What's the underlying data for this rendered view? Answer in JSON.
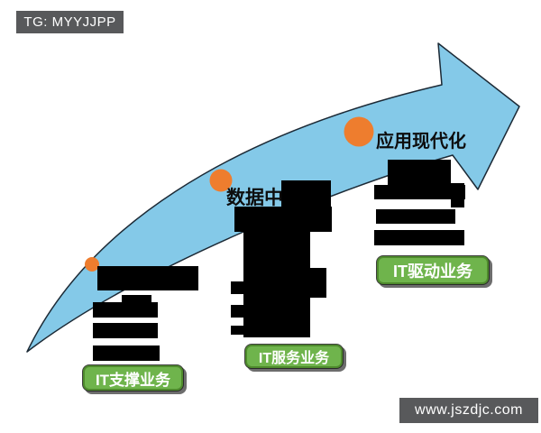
{
  "header": {
    "tg_label": "TG: MYYJJPP"
  },
  "footer": {
    "website": "www.jszdjc.com"
  },
  "theme": {
    "arrow": "#84C9E8",
    "marker": "#EE7D2E",
    "badge_bg": "#6FB44C",
    "badge_border": "#4E8A2C",
    "watermark_bg": "#58595B",
    "redaction": "#000000"
  },
  "diagram": {
    "description": "Curved growth arrow with three stages; several text blocks are blacked out (redacted).",
    "stages": [
      {
        "name": "stage-1",
        "label": "",
        "label_redacted": true,
        "badge": "IT支撑业务"
      },
      {
        "name": "stage-2",
        "label": "数据中",
        "label_redacted": "partial",
        "badge": "IT服务业务"
      },
      {
        "name": "stage-3",
        "label": "应用现代化",
        "label_redacted": false,
        "badge": "IT驱动业务"
      }
    ]
  }
}
